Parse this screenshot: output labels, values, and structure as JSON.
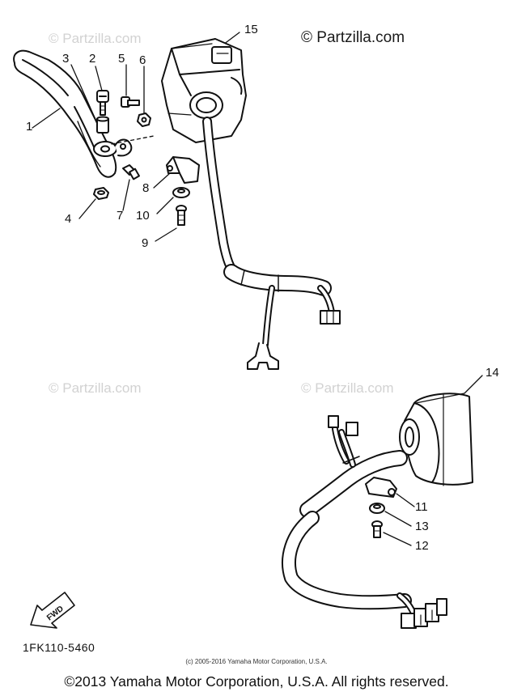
{
  "watermarks": {
    "top_left": "© Partzilla.com",
    "top_right": "© Partzilla.com",
    "mid_left": "© Partzilla.com",
    "mid_right": "© Partzilla.com"
  },
  "callouts": {
    "c1": "1",
    "c2": "2",
    "c3": "3",
    "c4": "4",
    "c5": "5",
    "c6": "6",
    "c7": "7",
    "c8": "8",
    "c9": "9",
    "c10": "10",
    "c11": "11",
    "c12": "12",
    "c13": "13",
    "c14": "14",
    "c15": "15"
  },
  "fwd_label": "FWD",
  "diagram_code": "1FK110-5460",
  "credit_line": "(c) 2005-2016 Yamaha Motor Corporation, U.S.A.",
  "copyright": "©2013 Yamaha Motor Corporation, U.S.A. All rights reserved."
}
